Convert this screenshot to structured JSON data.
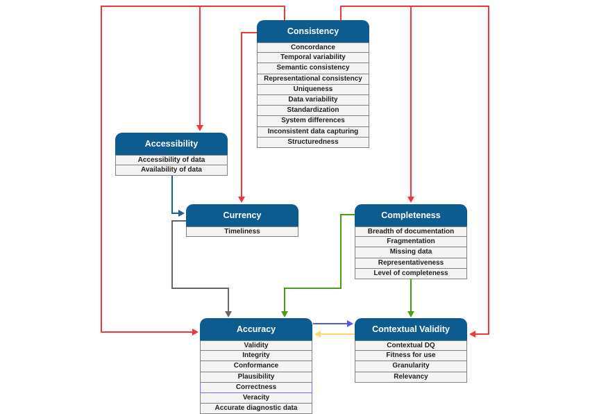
{
  "colors": {
    "header": "#0e5b90",
    "row_bg": "#f4f4f4",
    "row_border": "#7f7f7f",
    "red": "#f0383c",
    "blue": "#1f5e94",
    "gray": "#666666",
    "green": "#4c9a16",
    "purple": "#5a5bdc",
    "yellow": "#ffd966"
  },
  "boxes": {
    "consistency": {
      "title": "Consistency",
      "items": [
        "Concordance",
        "Temporal variability",
        "Semantic consistency",
        "Representational consistency",
        "Uniqueness",
        "Data variability",
        "Standardization",
        "System differences",
        "Inconsistent data capturing",
        "Structuredness"
      ]
    },
    "accessibility": {
      "title": "Accessibility",
      "items": [
        "Accessibility of data",
        "Availability of data"
      ]
    },
    "currency": {
      "title": "Currency",
      "items": [
        "Timeliness"
      ]
    },
    "completeness": {
      "title": "Completeness",
      "items": [
        "Breadth of documentation",
        "Fragmentation",
        "Missing data",
        "Representativeness",
        "Level of completeness"
      ]
    },
    "accuracy": {
      "title": "Accuracy",
      "items": [
        "Validity",
        "Integrity",
        "Conformance",
        "Plausibility",
        "Correctness",
        "Veracity",
        "Accurate diagnostic data"
      ]
    },
    "contextual_validity": {
      "title": "Contextual Validity",
      "items": [
        "Contextual DQ",
        "Fitness for use",
        "Granularity",
        "Relevancy"
      ]
    }
  },
  "edges": [
    {
      "from": "consistency",
      "to": "accessibility",
      "color": "red"
    },
    {
      "from": "consistency",
      "to": "accuracy",
      "color": "red"
    },
    {
      "from": "consistency",
      "to": "currency",
      "color": "red"
    },
    {
      "from": "consistency",
      "to": "completeness",
      "color": "red"
    },
    {
      "from": "consistency",
      "to": "contextual_validity",
      "color": "red"
    },
    {
      "from": "accessibility",
      "to": "currency",
      "color": "blue"
    },
    {
      "from": "currency",
      "to": "accuracy",
      "color": "gray"
    },
    {
      "from": "completeness",
      "to": "accuracy",
      "color": "green"
    },
    {
      "from": "completeness",
      "to": "contextual_validity",
      "color": "green"
    },
    {
      "from": "accuracy",
      "to": "contextual_validity",
      "color": "purple"
    },
    {
      "from": "contextual_validity",
      "to": "accuracy",
      "color": "yellow"
    }
  ]
}
